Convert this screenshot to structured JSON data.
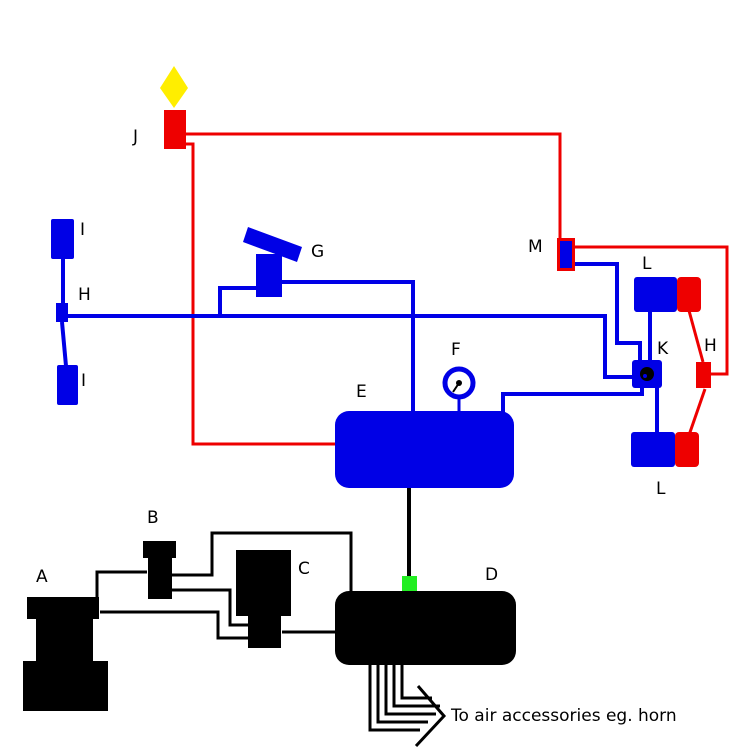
{
  "labels": {
    "A": "A",
    "B": "B",
    "C": "C",
    "D": "D",
    "E": "E",
    "F": "F",
    "G": "G",
    "H": "H",
    "I": "I",
    "J": "J",
    "K": "K",
    "L": "L",
    "M": "M",
    "accessories": "To air accessories eg. horn"
  },
  "colors": {
    "blue_line": "#0000e6",
    "red_line": "#ee0000",
    "black_line": "#000000",
    "yellow": "#ffee00",
    "green": "#22ee22"
  }
}
